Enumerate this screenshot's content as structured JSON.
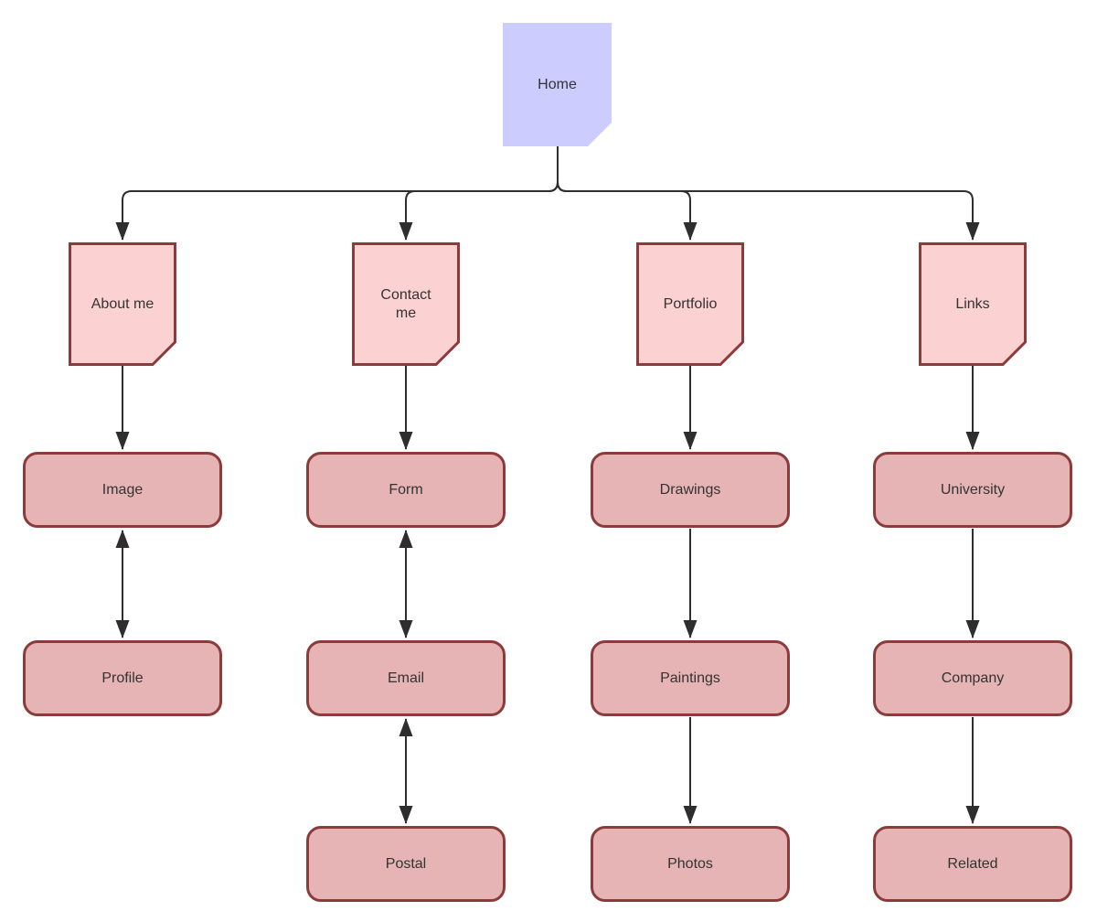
{
  "diagram": {
    "type": "sitemap-flowchart",
    "colors": {
      "home_fill": "#ccccff",
      "document_fill": "#fbd1d1",
      "rounded_rect_fill": "#e6b4b4",
      "shape_border": "#8c3b3b",
      "edge_color": "#2e2e2e",
      "text_color": "#333333",
      "background": "#ffffff"
    },
    "nodes": {
      "home": {
        "label": "Home",
        "shape": "note",
        "fill": "#ccccff"
      },
      "about_me": {
        "label": "About me",
        "shape": "note",
        "fill": "#fbd1d1"
      },
      "contact_me": {
        "label": "Contact me",
        "shape": "note",
        "fill": "#fbd1d1"
      },
      "portfolio": {
        "label": "Portfolio",
        "shape": "note",
        "fill": "#fbd1d1"
      },
      "links": {
        "label": "Links",
        "shape": "note",
        "fill": "#fbd1d1"
      },
      "image": {
        "label": "Image",
        "shape": "rounded-rect"
      },
      "form": {
        "label": "Form",
        "shape": "rounded-rect"
      },
      "drawings": {
        "label": "Drawings",
        "shape": "rounded-rect"
      },
      "university": {
        "label": "University",
        "shape": "rounded-rect"
      },
      "profile": {
        "label": "Profile",
        "shape": "rounded-rect"
      },
      "email": {
        "label": "Email",
        "shape": "rounded-rect"
      },
      "paintings": {
        "label": "Paintings",
        "shape": "rounded-rect"
      },
      "company": {
        "label": "Company",
        "shape": "rounded-rect"
      },
      "postal": {
        "label": "Postal",
        "shape": "rounded-rect"
      },
      "photos": {
        "label": "Photos",
        "shape": "rounded-rect"
      },
      "related": {
        "label": "Related",
        "shape": "rounded-rect"
      }
    },
    "edges": [
      {
        "from": "home",
        "to": "about_me",
        "direction": "one-way"
      },
      {
        "from": "home",
        "to": "contact_me",
        "direction": "one-way"
      },
      {
        "from": "home",
        "to": "portfolio",
        "direction": "one-way"
      },
      {
        "from": "home",
        "to": "links",
        "direction": "one-way"
      },
      {
        "from": "about_me",
        "to": "image",
        "direction": "one-way"
      },
      {
        "from": "contact_me",
        "to": "form",
        "direction": "one-way"
      },
      {
        "from": "portfolio",
        "to": "drawings",
        "direction": "one-way"
      },
      {
        "from": "links",
        "to": "university",
        "direction": "one-way"
      },
      {
        "from": "image",
        "to": "profile",
        "direction": "two-way"
      },
      {
        "from": "form",
        "to": "email",
        "direction": "two-way"
      },
      {
        "from": "email",
        "to": "postal",
        "direction": "two-way"
      },
      {
        "from": "drawings",
        "to": "paintings",
        "direction": "one-way"
      },
      {
        "from": "paintings",
        "to": "photos",
        "direction": "one-way"
      },
      {
        "from": "university",
        "to": "company",
        "direction": "one-way"
      },
      {
        "from": "company",
        "to": "related",
        "direction": "one-way"
      }
    ]
  }
}
